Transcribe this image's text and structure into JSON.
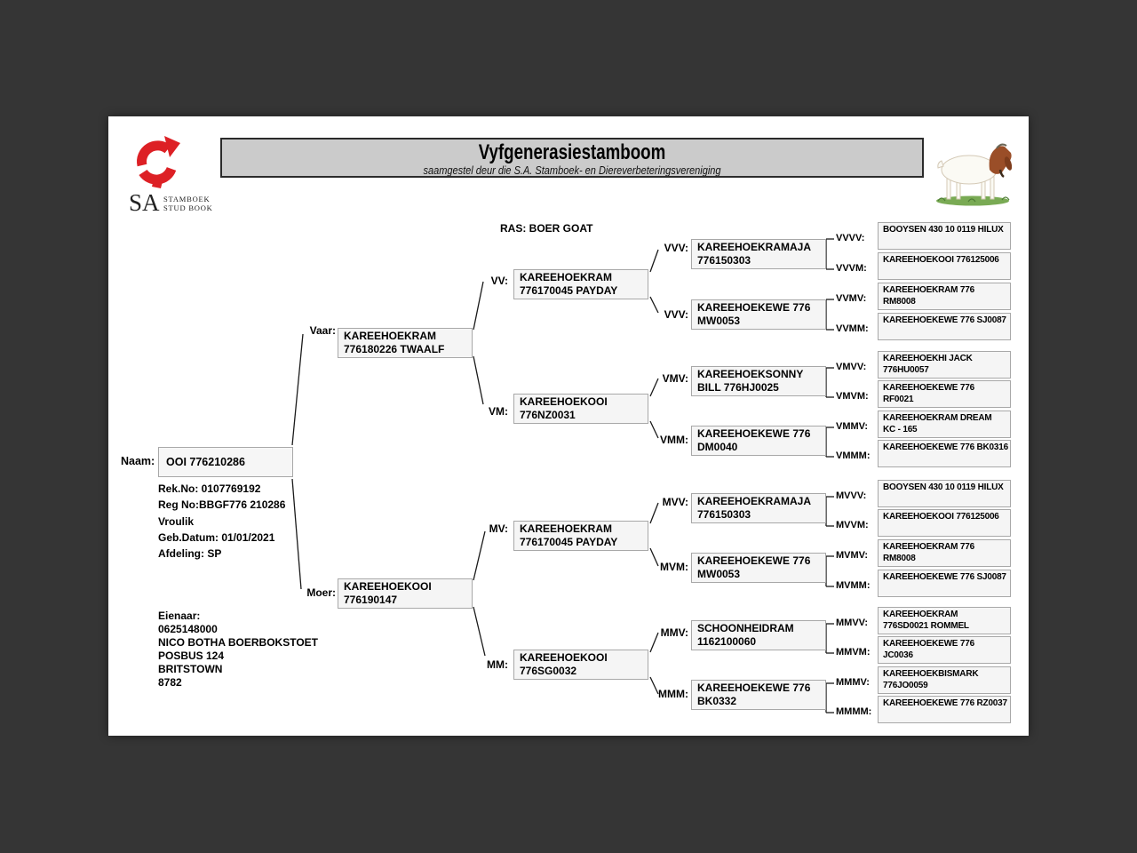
{
  "header": {
    "title": "Vyfgenerasiestamboom",
    "subtitle": "saamgestel deur die S.A. Stamboek- en Diereverbeteringsvereniging"
  },
  "logo": {
    "sa": "SA",
    "stack1": "STAMBOEK",
    "stack2": "STUD BOOK"
  },
  "breed_line": "RAS: BOER GOAT",
  "subject": {
    "naam_label": "Naam:",
    "naam_value": "OOI 776210286",
    "details": [
      "Rek.No: 0107769192",
      "Reg No:BBGF776 210286",
      "Vroulik",
      "Geb.Datum: 01/01/2021",
      "Afdeling: SP"
    ],
    "owner_lines": [
      "Eienaar:",
      "0625148000",
      "NICO BOTHA BOERBOKSTOET",
      "POSBUS 124",
      "BRITSTOWN",
      "8782"
    ]
  },
  "colors": {
    "logo_red": "#dd2025",
    "title_bar_bg": "#cbcbcb",
    "node_bg": "#f5f5f5",
    "node_border": "#a8a8a8",
    "canvas_bg": "#353535",
    "grass_green": "#79aa54",
    "goat_head_brown": "#9a4e28"
  },
  "nodes": [
    {
      "key": "vaar",
      "label": "Vaar:",
      "line1": "KAREEHOEKRAM",
      "line2": "776180226 TWAALF"
    },
    {
      "key": "moer",
      "label": "Moer:",
      "line1": "KAREEHOEKOOI",
      "line2": "776190147"
    },
    {
      "key": "vv",
      "label": "VV:",
      "line1": "KAREEHOEKRAM",
      "line2": "776170045 PAYDAY"
    },
    {
      "key": "vm",
      "label": "VM:",
      "line1": "KAREEHOEKOOI",
      "line2": "776NZ0031"
    },
    {
      "key": "mv",
      "label": "MV:",
      "line1": "KAREEHOEKRAM",
      "line2": "776170045 PAYDAY"
    },
    {
      "key": "mm",
      "label": "MM:",
      "line1": "KAREEHOEKOOI",
      "line2": "776SG0032"
    },
    {
      "key": "vvv",
      "label": "VVV:",
      "line1": "KAREEHOEKRAMAJA",
      "line2": "776150303"
    },
    {
      "key": "vvm",
      "label": "VVV:",
      "line1": "KAREEHOEKEWE 776",
      "line2": "MW0053"
    },
    {
      "key": "vmv",
      "label": "VMV:",
      "line1": "KAREEHOEKSONNY",
      "line2": "BILL 776HJ0025"
    },
    {
      "key": "vmm",
      "label": "VMM:",
      "line1": "KAREEHOEKEWE 776",
      "line2": "DM0040"
    },
    {
      "key": "mvv",
      "label": "MVV:",
      "line1": "KAREEHOEKRAMAJA",
      "line2": "776150303"
    },
    {
      "key": "mvm",
      "label": "MVM:",
      "line1": "KAREEHOEKEWE 776",
      "line2": "MW0053"
    },
    {
      "key": "mmv",
      "label": "MMV:",
      "line1": "SCHOONHEIDRAM",
      "line2": "1162100060"
    },
    {
      "key": "mmm",
      "label": "MMM:",
      "line1": "KAREEHOEKEWE 776",
      "line2": "BK0332"
    },
    {
      "key": "vvvv",
      "label": "VVVV:",
      "line1": "BOOYSEN 430 10 0119 HILUX",
      "line2": ""
    },
    {
      "key": "vvvm",
      "label": "VVVM:",
      "line1": "KAREEHOEKOOI 776125006",
      "line2": ""
    },
    {
      "key": "vvmv",
      "label": "VVMV:",
      "line1": "KAREEHOEKRAM 776",
      "line2": "RM8008"
    },
    {
      "key": "vvmm",
      "label": "VVMM:",
      "line1": "KAREEHOEKEWE 776 SJ0087",
      "line2": ""
    },
    {
      "key": "vmvv",
      "label": "VMVV:",
      "line1": "KAREEHOEKHI JACK",
      "line2": "776HU0057"
    },
    {
      "key": "vmvm",
      "label": "VMVM:",
      "line1": "KAREEHOEKEWE 776",
      "line2": "RF0021"
    },
    {
      "key": "vmmv",
      "label": "VMMV:",
      "line1": "KAREEHOEKRAM  DREAM",
      "line2": "KC - 165"
    },
    {
      "key": "vmmm",
      "label": "VMMM:",
      "line1": "KAREEHOEKEWE 776 BK0316",
      "line2": ""
    },
    {
      "key": "mvvv",
      "label": "MVVV:",
      "line1": "BOOYSEN 430 10 0119 HILUX",
      "line2": ""
    },
    {
      "key": "mvvm",
      "label": "MVVM:",
      "line1": "KAREEHOEKOOI 776125006",
      "line2": ""
    },
    {
      "key": "mvmv",
      "label": "MVMV:",
      "line1": "KAREEHOEKRAM 776",
      "line2": "RM8008"
    },
    {
      "key": "mvmm",
      "label": "MVMM:",
      "line1": "KAREEHOEKEWE 776 SJ0087",
      "line2": ""
    },
    {
      "key": "mmvv",
      "label": "MMVV:",
      "line1": "KAREEHOEKRAM",
      "line2": "776SD0021 ROMMEL"
    },
    {
      "key": "mmvm",
      "label": "MMVM:",
      "line1": "KAREEHOEKEWE 776",
      "line2": "JC0036"
    },
    {
      "key": "mmmv",
      "label": "MMMV:",
      "line1": "KAREEHOEKBISMARK",
      "line2": "776JO0059"
    },
    {
      "key": "mmmm",
      "label": "MMMM:",
      "line1": "KAREEHOEKEWE 776 RZ0037",
      "line2": ""
    }
  ]
}
